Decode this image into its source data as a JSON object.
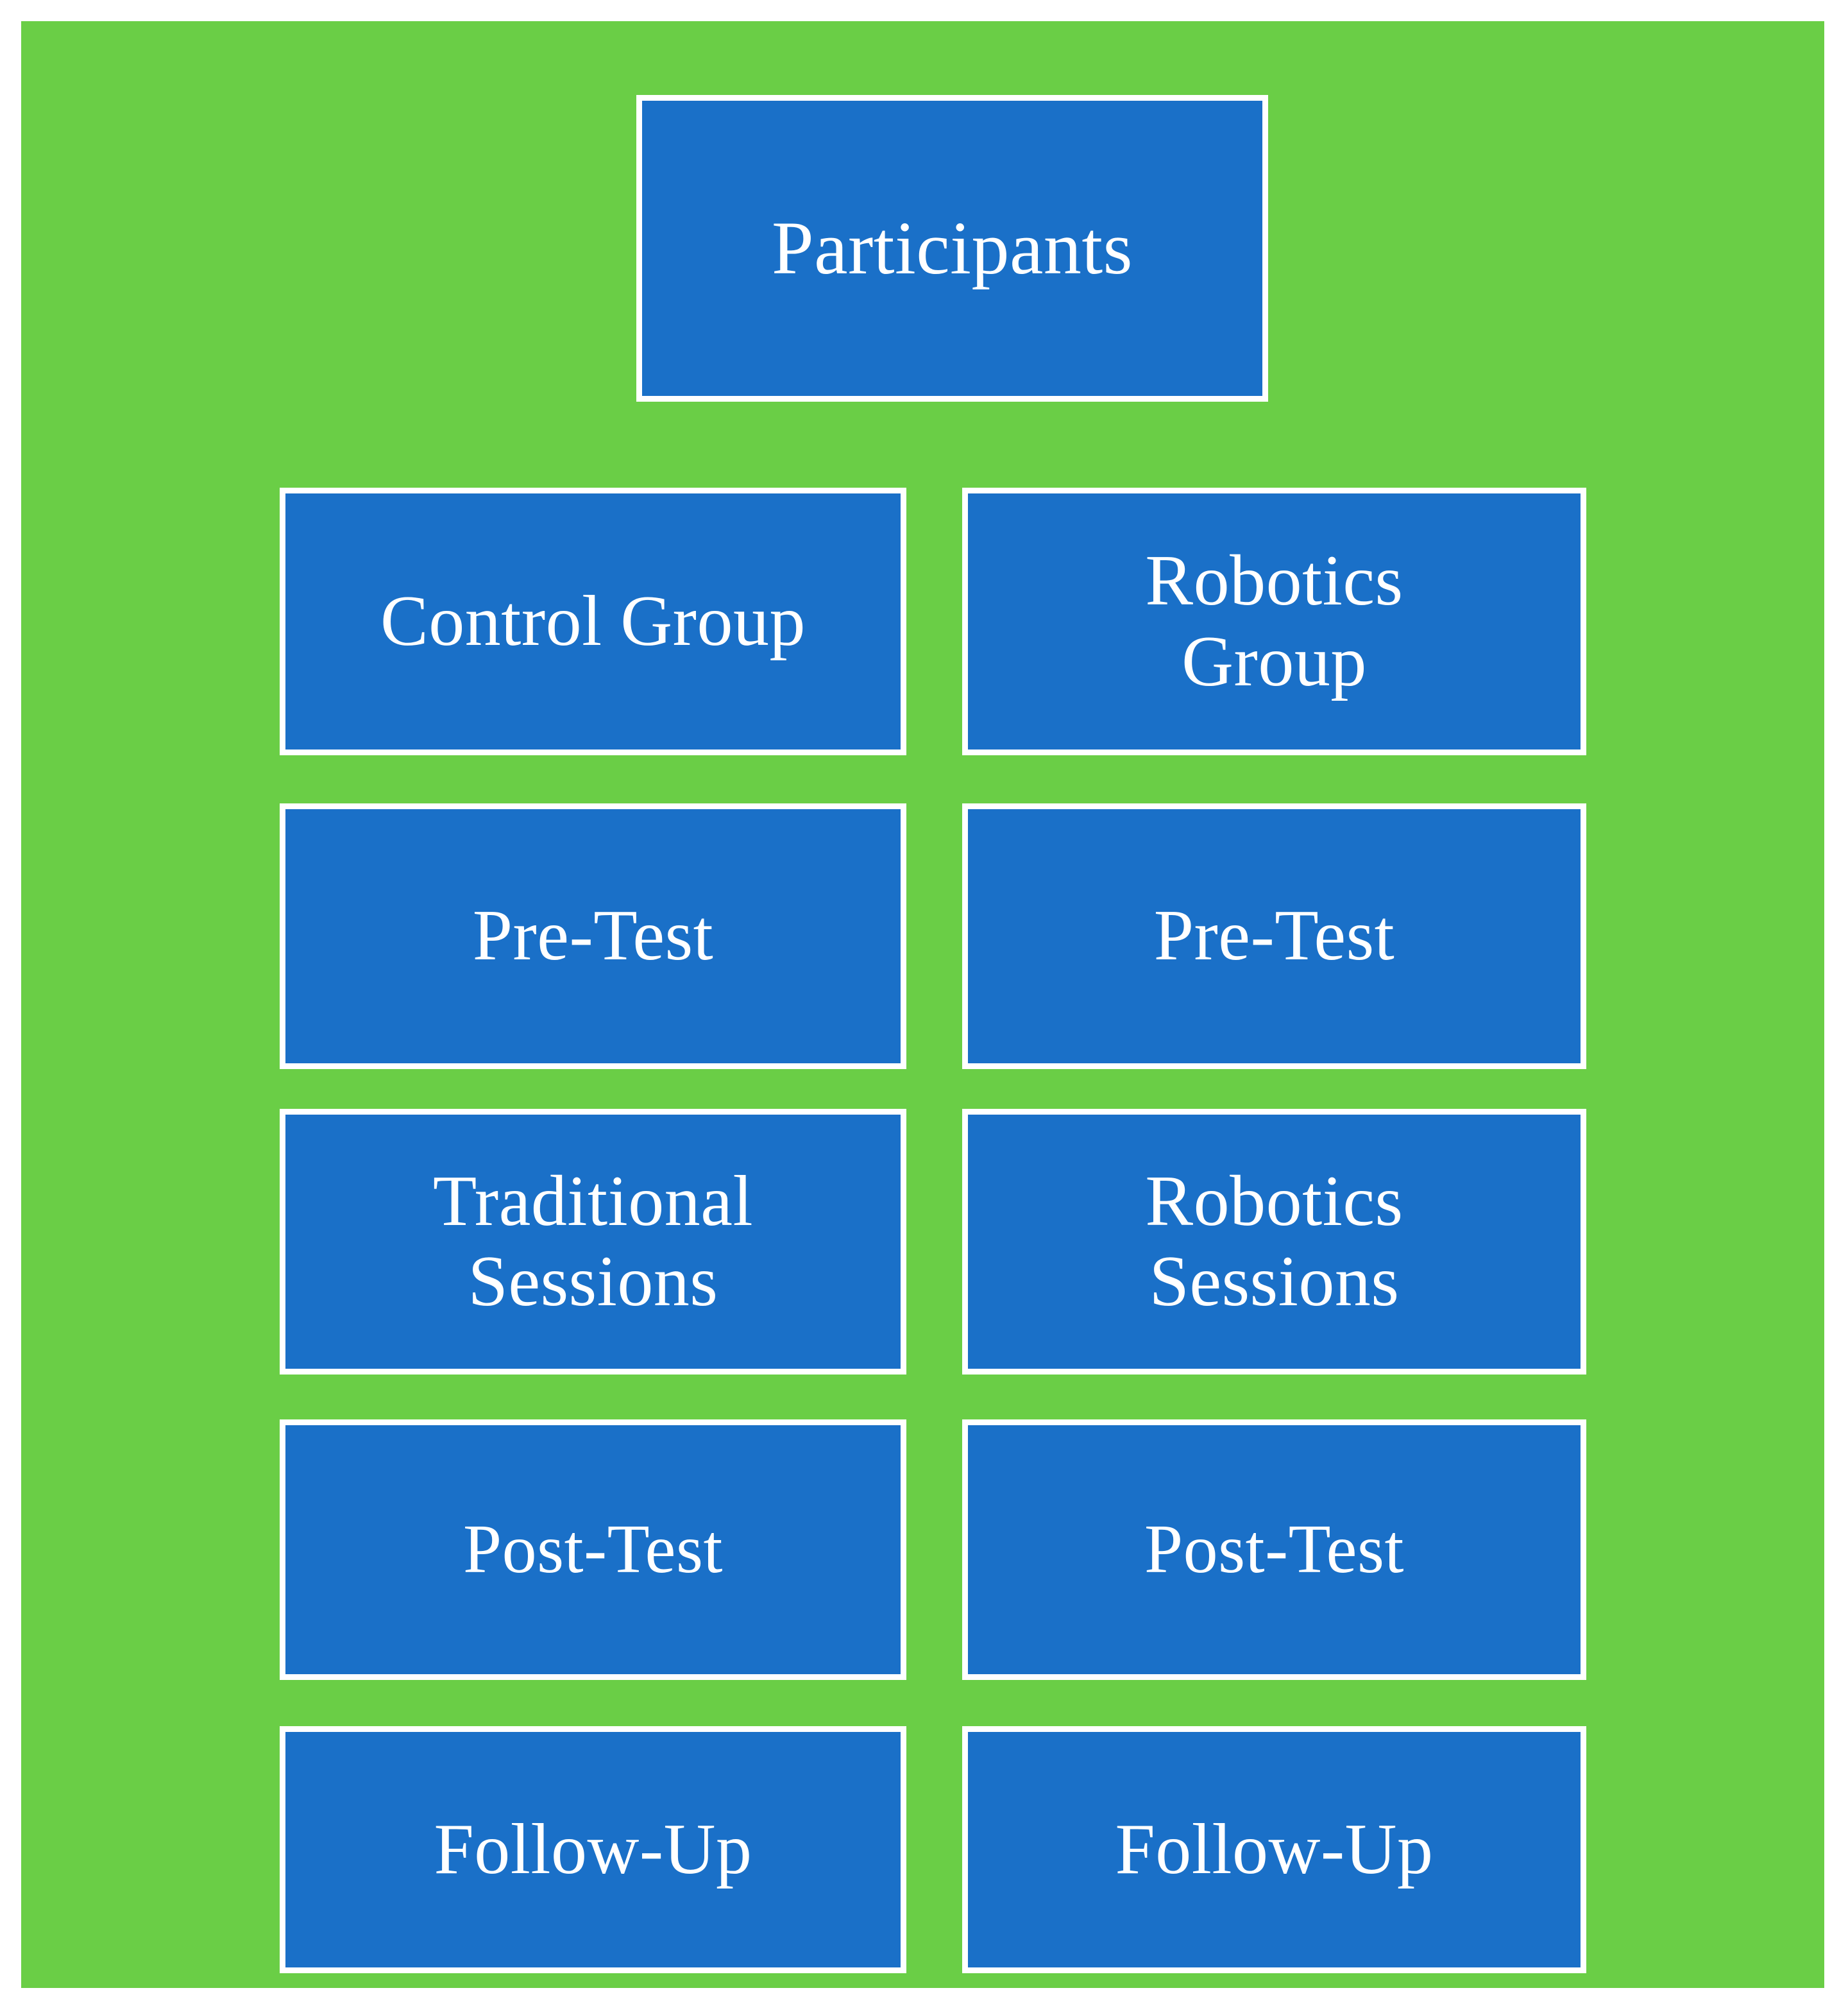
{
  "diagram": {
    "title": "Participants study design flow",
    "colors": {
      "panel_background": "#6ace46",
      "node_fill": "#1a70c8",
      "node_border": "#ffffff",
      "node_text": "#ffffff",
      "page_background": "#ffffff"
    },
    "root": {
      "label": "Participants"
    },
    "columns": [
      {
        "name": "control",
        "nodes": [
          {
            "label": "Control Group"
          },
          {
            "label": "Pre-Test"
          },
          {
            "label": "Traditional\nSessions"
          },
          {
            "label": "Post-Test"
          },
          {
            "label": "Follow-Up"
          }
        ]
      },
      {
        "name": "robotics",
        "nodes": [
          {
            "label": "Robotics\nGroup"
          },
          {
            "label": "Pre-Test"
          },
          {
            "label": "Robotics\nSessions"
          },
          {
            "label": "Post-Test"
          },
          {
            "label": "Follow-Up"
          }
        ]
      }
    ]
  }
}
